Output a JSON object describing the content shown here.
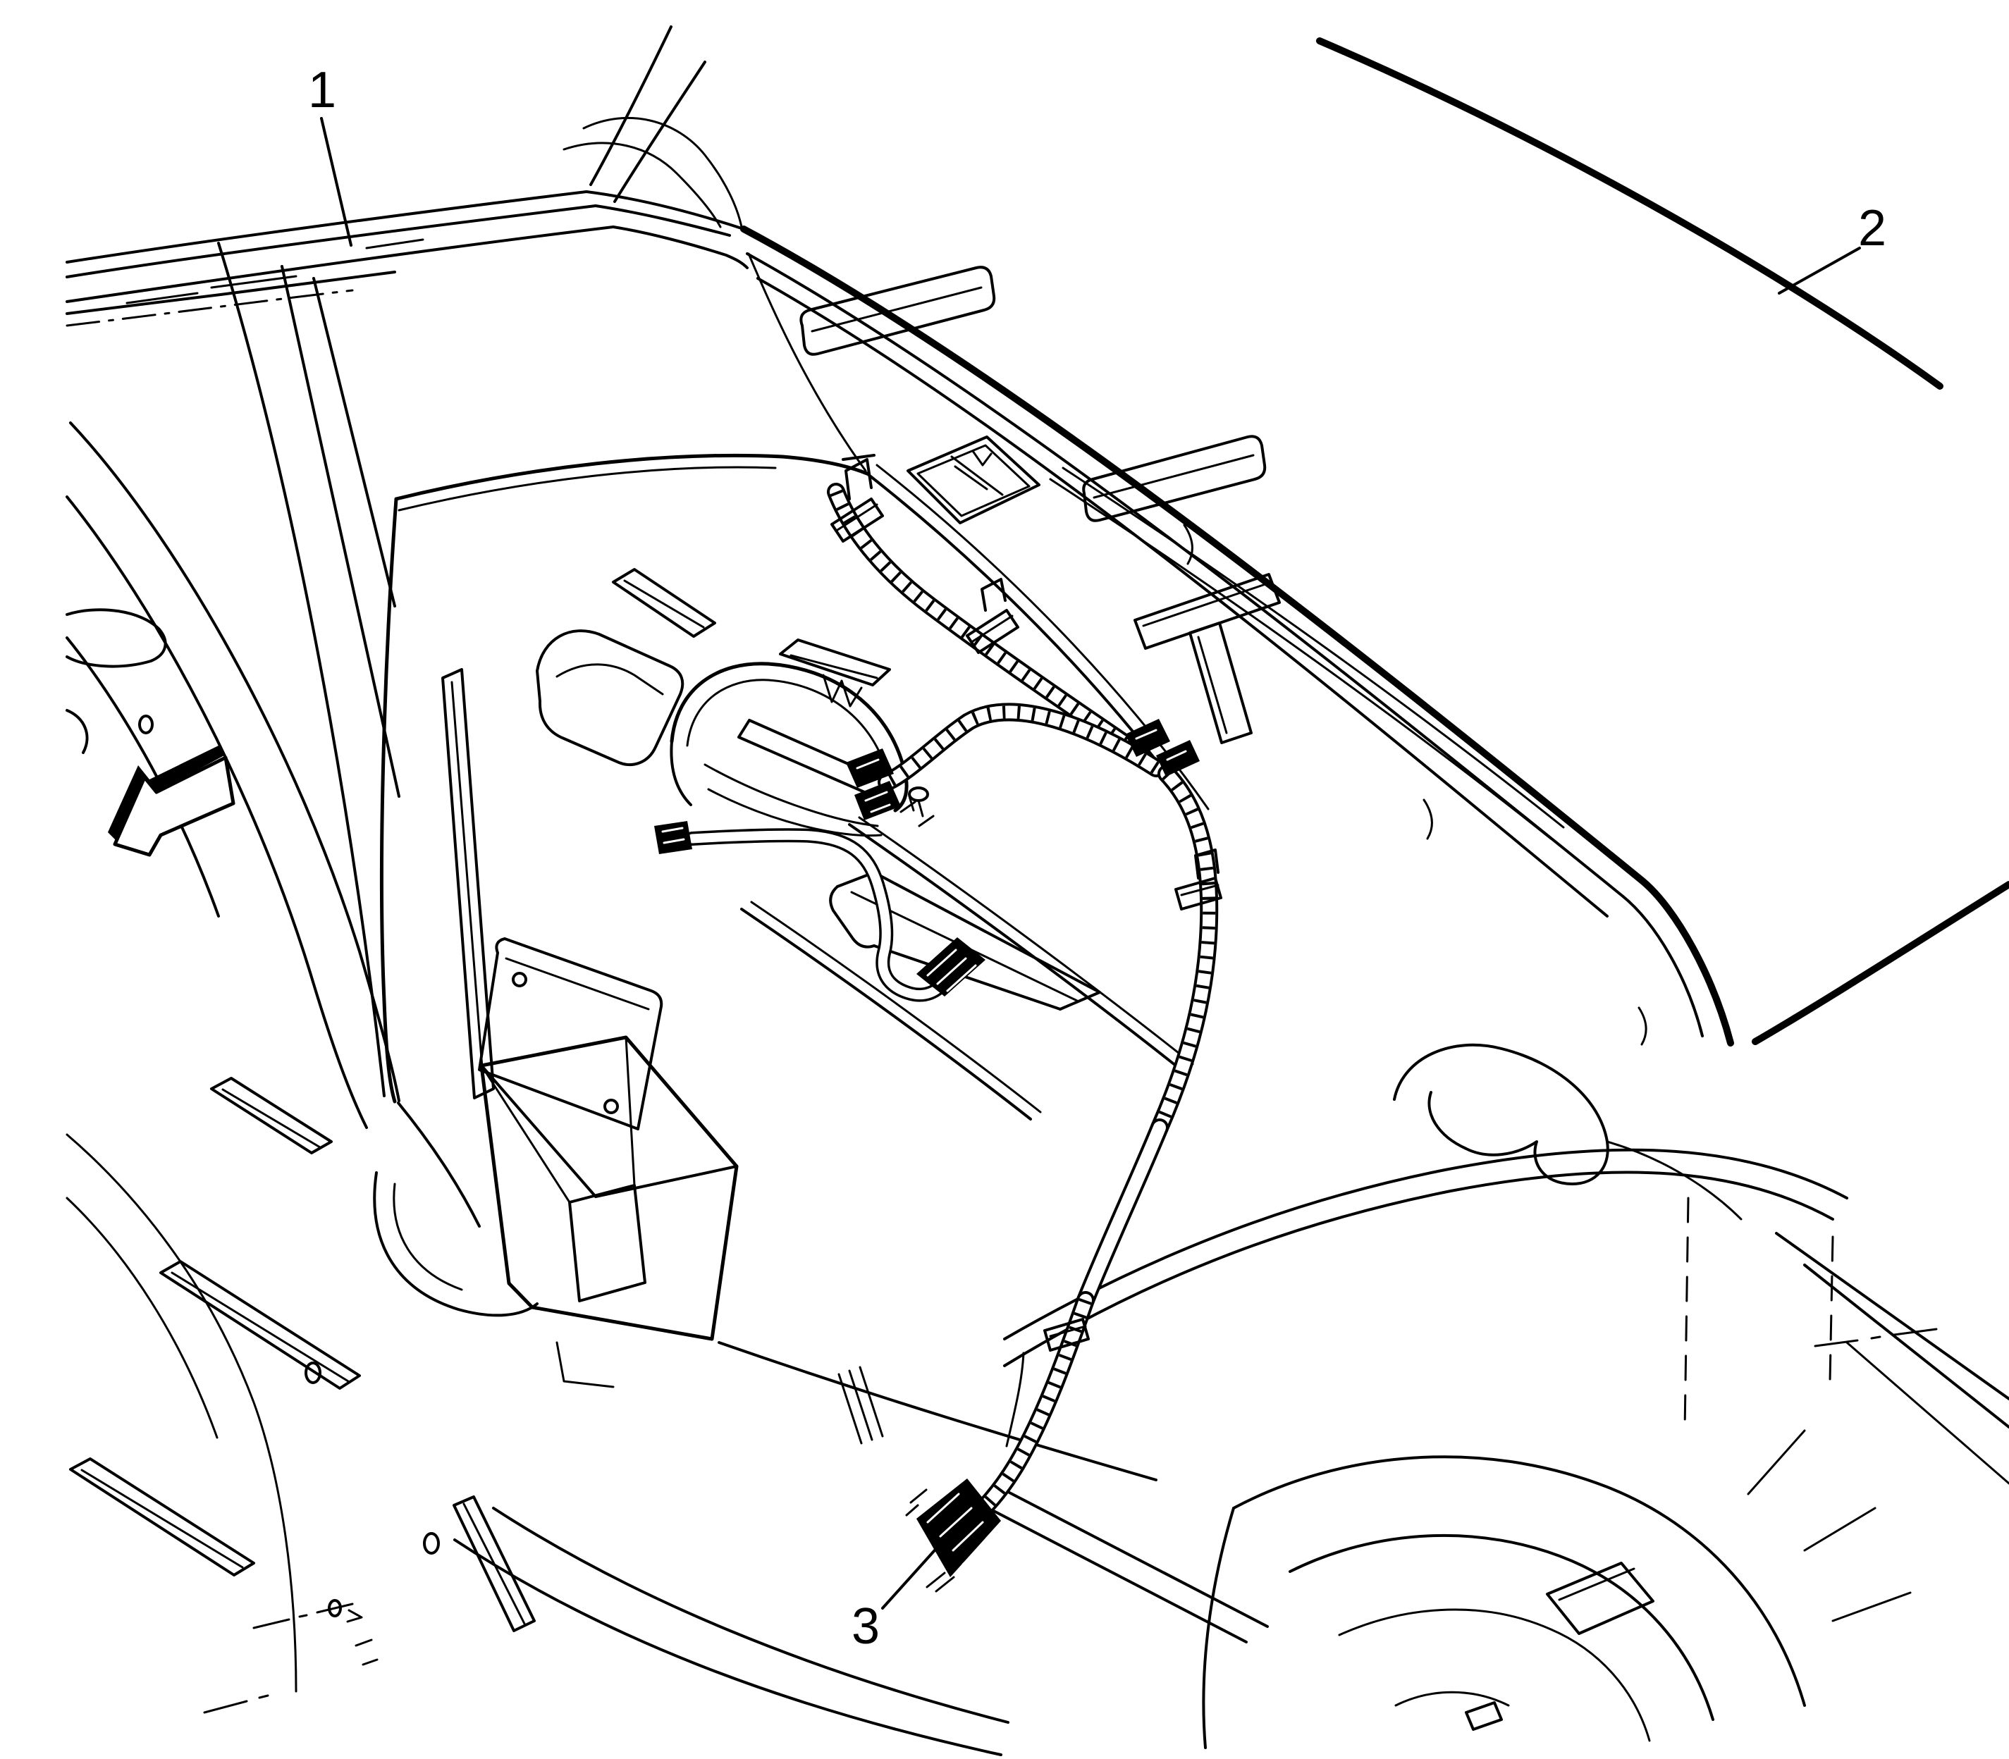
{
  "figure": {
    "colors": {
      "ink": "#000000",
      "paper": "#ffffff"
    },
    "callouts": [
      {
        "label": "1",
        "points_to": "cowl-panel"
      },
      {
        "label": "2",
        "points_to": "windshield"
      },
      {
        "label": "3",
        "points_to": "harness-connector"
      }
    ],
    "icons": {
      "direction_arrow": "front-direction-arrow-icon"
    }
  }
}
